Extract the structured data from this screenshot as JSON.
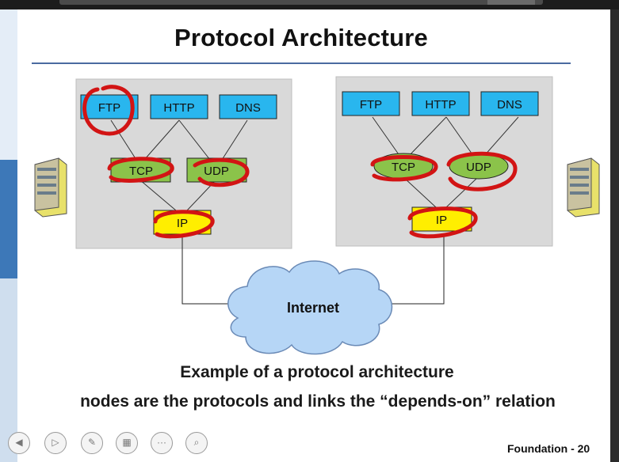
{
  "slide": {
    "title": "Protocol Architecture",
    "caption_line1": "Example of a protocol architecture",
    "caption_line2": "nodes are the protocols and links the “depends-on” relation",
    "footer": "Foundation - 20"
  },
  "diagram": {
    "left_host": {
      "application": [
        "FTP",
        "HTTP",
        "DNS"
      ],
      "transport": [
        "TCP",
        "UDP"
      ],
      "network": "IP"
    },
    "right_host": {
      "application": [
        "FTP",
        "HTTP",
        "DNS"
      ],
      "transport": [
        "TCP",
        "UDP"
      ],
      "network": "IP"
    },
    "network_label": "Internet",
    "colors": {
      "application_box": "#29b6ee",
      "transport_box": "#8bc34a",
      "network_box": "#ffee00",
      "host_panel": "#d9d9d9",
      "annotation": "#d21414"
    }
  },
  "controls": {
    "icons": [
      "previous-icon",
      "play-icon",
      "pen-icon",
      "slides-icon",
      "more-icon",
      "zoom-icon"
    ]
  }
}
